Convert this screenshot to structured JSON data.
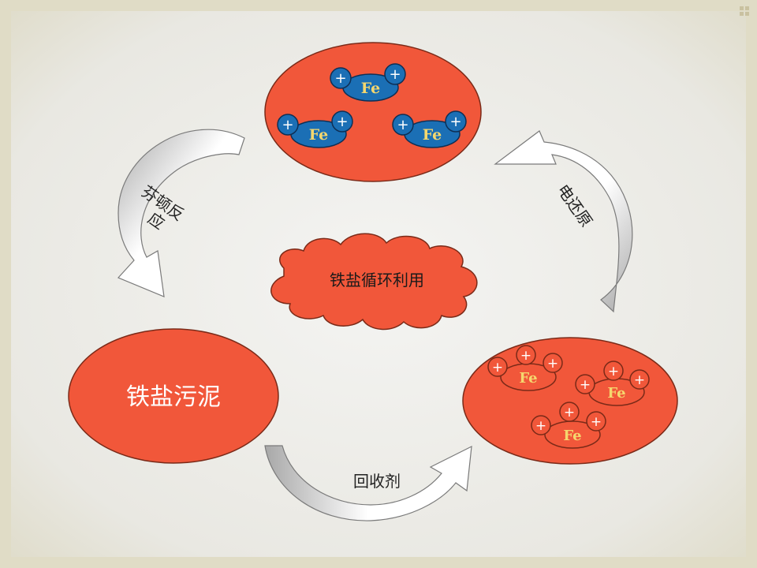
{
  "diagram": {
    "center_label": "铁盐循环利用",
    "nodes": {
      "sludge": {
        "label": "铁盐污泥"
      },
      "fe3_particles": {
        "element": "Fe",
        "charge_sign": "+",
        "charges_per_ion": 3,
        "ion_count": 3
      },
      "fe2_particles": {
        "element": "Fe",
        "charge_sign": "+",
        "charges_per_ion": 2,
        "ion_count": 3
      }
    },
    "edges": {
      "recovery": {
        "label": "回收剂"
      },
      "electro_reduction": {
        "label": "电还原"
      },
      "fenton": {
        "label_line1": "芬顿反",
        "label_line2": "应"
      }
    },
    "colors": {
      "node_fill": "#f1573a",
      "node_stroke": "#7a2a18",
      "ion_fill_blue": "#1b6fb5",
      "fe_text_yellow": "#f5d76e",
      "background_inner": "#ececec",
      "background_outer": "#e3e0cc"
    }
  }
}
